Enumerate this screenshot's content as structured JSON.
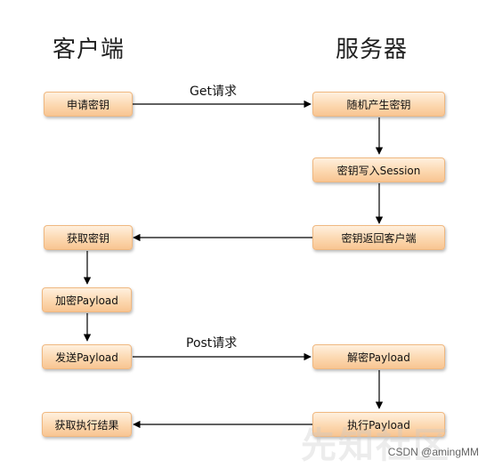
{
  "columns": {
    "client": "客户端",
    "server": "服务器"
  },
  "messages": {
    "get": "Get请求",
    "post": "Post请求"
  },
  "client_steps": [
    "申请密钥",
    "获取密钥",
    "加密Payload",
    "发送Payload",
    "获取执行结果"
  ],
  "server_steps": [
    "随机产生密钥",
    "密钥写入Session",
    "密钥返回客户端",
    "解密Payload",
    "执行Payload"
  ],
  "watermark": {
    "text": "CSDN @amingMM",
    "faint": "先知社区"
  },
  "colors": {
    "node_border": "#f0b880",
    "node_fill": "#fcd8b0",
    "arrow": "#000000"
  }
}
